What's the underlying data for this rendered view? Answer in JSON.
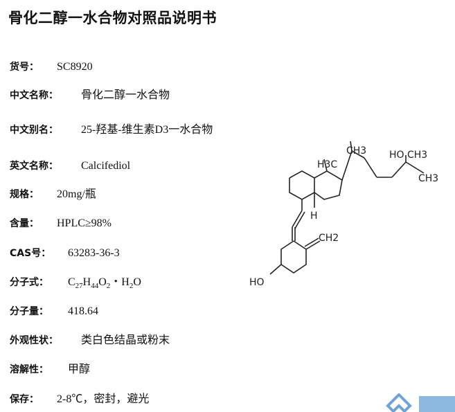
{
  "title": "骨化二醇一水合物对照品说明书",
  "rows": [
    {
      "label": "货号：",
      "value": "SC8920"
    },
    {
      "label": "中文名称：",
      "value": "骨化二醇一水合物"
    },
    {
      "label": "中文别名：",
      "value": "25-羟基-维生素D3一水合物"
    },
    {
      "label": "英文名称：",
      "value": "Calcifediol"
    },
    {
      "label": "规格：",
      "value": "20mg/瓶"
    },
    {
      "label": "含量：",
      "value": "HPLC≥98%"
    },
    {
      "label": "CAS号：",
      "value": "63283-36-3"
    },
    {
      "label": "分子式：",
      "value_parts": [
        "C",
        "27",
        "H",
        "44",
        "O",
        "2",
        "・H",
        "2",
        "O"
      ]
    },
    {
      "label": "分子量：",
      "value": "418.64"
    },
    {
      "label": "外观性状：",
      "value": "类白色结晶或粉末"
    },
    {
      "label": "溶解性：",
      "value": "甲醇"
    },
    {
      "label": "保存：",
      "value": "2-8℃，密封，避光"
    }
  ],
  "structure_labels": {
    "ch3_top": "CH3",
    "ho_ch3": "HO CH3",
    "ch3_right": "CH3",
    "h3c": "H3C",
    "h_bottom": "H",
    "ch2": "CH2",
    "ho_left": "HO"
  }
}
